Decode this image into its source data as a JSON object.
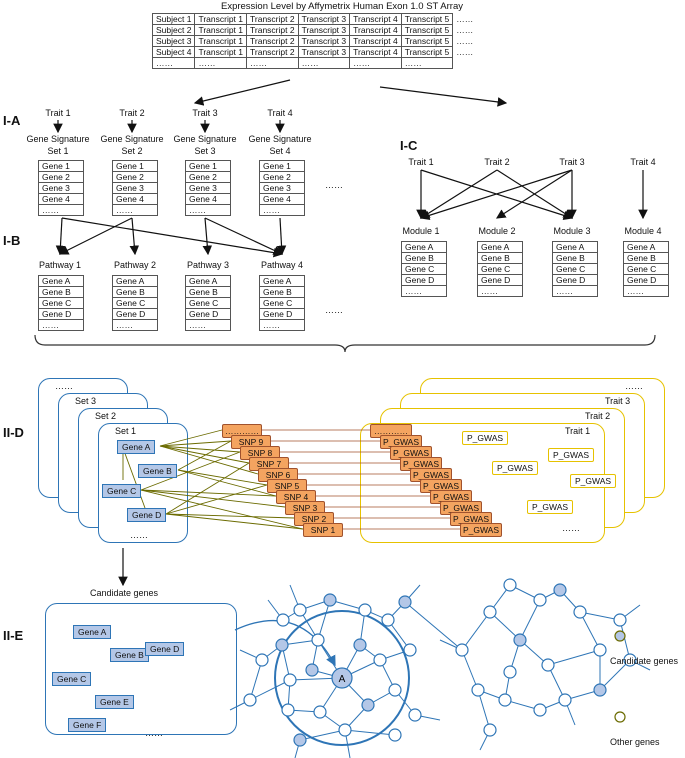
{
  "title": "Expression Level by Affymetrix Human Exon 1.0 ST Array",
  "expression_table": {
    "rows": [
      [
        "Subject 1",
        "Transcript 1",
        "Transcript 2",
        "Transcript 3",
        "Transcript 4",
        "Transcript 5",
        "……"
      ],
      [
        "Subject 2",
        "Transcript 1",
        "Transcript 2",
        "Transcript 3",
        "Transcript 4",
        "Transcript 5",
        "……"
      ],
      [
        "Subject 3",
        "Transcript 1",
        "Transcript 2",
        "Transcript 3",
        "Transcript 4",
        "Transcript 5",
        "……"
      ],
      [
        "Subject 4",
        "Transcript 1",
        "Transcript 2",
        "Transcript 3",
        "Transcript 4",
        "Transcript 5",
        "……"
      ],
      [
        "……",
        "……",
        "……",
        "……",
        "……",
        "……",
        ""
      ]
    ]
  },
  "sections": {
    "ia": "I-A",
    "ib": "I-B",
    "ic": "I-C",
    "iid": "II-D",
    "iie": "II-E"
  },
  "ia": {
    "traits": [
      "Trait 1",
      "Trait 2",
      "Trait 3",
      "Trait 4"
    ],
    "signature_line1": "Gene Signature",
    "sets": [
      "Set 1",
      "Set 2",
      "Set 3",
      "Set 4"
    ],
    "genes": [
      "Gene 1",
      "Gene 2",
      "Gene 3",
      "Gene 4",
      "……"
    ],
    "ellipsis": "……"
  },
  "ib": {
    "pathways": [
      "Pathway 1",
      "Pathway 2",
      "Pathway 3",
      "Pathway 4"
    ],
    "genes": [
      "Gene A",
      "Gene B",
      "Gene C",
      "Gene D",
      "……"
    ],
    "ellipsis": "……"
  },
  "ic": {
    "traits": [
      "Trait 1",
      "Trait 2",
      "Trait 3",
      "Trait 4"
    ],
    "modules": [
      "Module 1",
      "Module 2",
      "Module 3",
      "Module 4"
    ],
    "genes": [
      "Gene A",
      "Gene B",
      "Gene C",
      "Gene D",
      "……"
    ]
  },
  "iid": {
    "set_labels": [
      "……",
      "Set 3",
      "Set 2",
      "Set 1"
    ],
    "set_genes": [
      "Gene A",
      "Gene B",
      "Gene C",
      "Gene D"
    ],
    "set_more": "……",
    "snps": [
      "…………",
      "SNP 9",
      "SNP 8",
      "SNP 7",
      "SNP 6",
      "SNP 5",
      "SNP 4",
      "SNP 3",
      "SNP 2",
      "SNP 1"
    ],
    "trait_labels": [
      "……",
      "Trait 3",
      "Trait 2",
      "Trait 1"
    ],
    "pgwas": "P_GWAS",
    "pgwas_first": "…………",
    "trait_more": "……"
  },
  "iie": {
    "candidate_title": "Candidate genes",
    "genes": [
      "Gene A",
      "Gene B",
      "Gene C",
      "Gene D",
      "Gene E",
      "Gene F"
    ],
    "more": "……",
    "node_a": "A",
    "legend_candidate": "Candidate genes",
    "legend_other": "Other genes"
  },
  "colors": {
    "blue": "#2e75b6",
    "light_blue": "#b4c7e7",
    "gold": "#e6c200",
    "orange": "#f4a460",
    "olive": "#6b6b00"
  }
}
